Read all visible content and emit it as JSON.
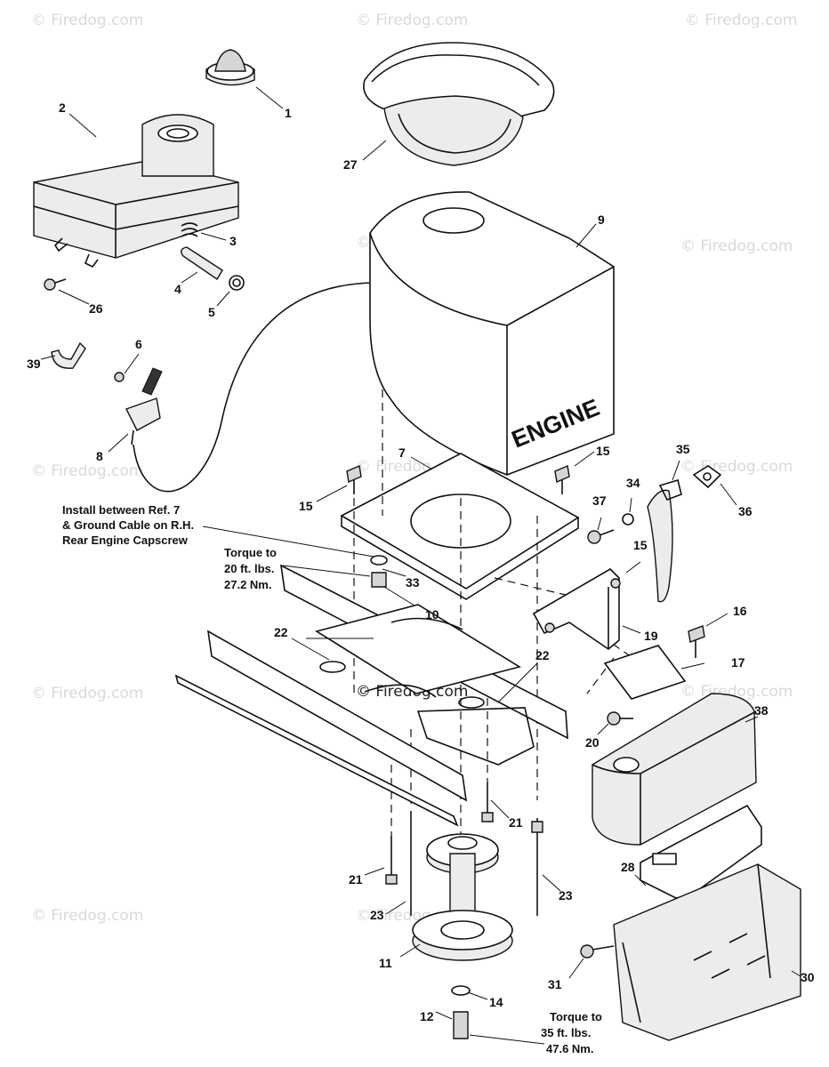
{
  "watermark": "© Firedog.com",
  "engine_label": "ENGINE",
  "notes": {
    "install": [
      "Install between Ref. 7",
      "& Ground Cable on R.H.",
      "Rear Engine Capscrew"
    ],
    "torque_20": [
      "Torque to",
      "20 ft. lbs.",
      "27.2 Nm."
    ],
    "torque_35": [
      "Torque to",
      "35 ft. lbs.",
      "47.6 Nm."
    ]
  },
  "callouts": {
    "c1": "1",
    "c2": "2",
    "c3": "3",
    "c4": "4",
    "c5": "5",
    "c6": "6",
    "c7": "7",
    "c8": "8",
    "c9": "9",
    "c10": "10",
    "c11": "11",
    "c12": "12",
    "c14": "14",
    "c15a": "15",
    "c15b": "15",
    "c15c": "15",
    "c16": "16",
    "c17": "17",
    "c19": "19",
    "c20": "20",
    "c21a": "21",
    "c21b": "21",
    "c22a": "22",
    "c22b": "22",
    "c23a": "23",
    "c23b": "23",
    "c26": "26",
    "c27": "27",
    "c28": "28",
    "c30": "30",
    "c31": "31",
    "c33": "33",
    "c34": "34",
    "c35": "35",
    "c36": "36",
    "c37": "37",
    "c38": "38",
    "c39": "39"
  }
}
